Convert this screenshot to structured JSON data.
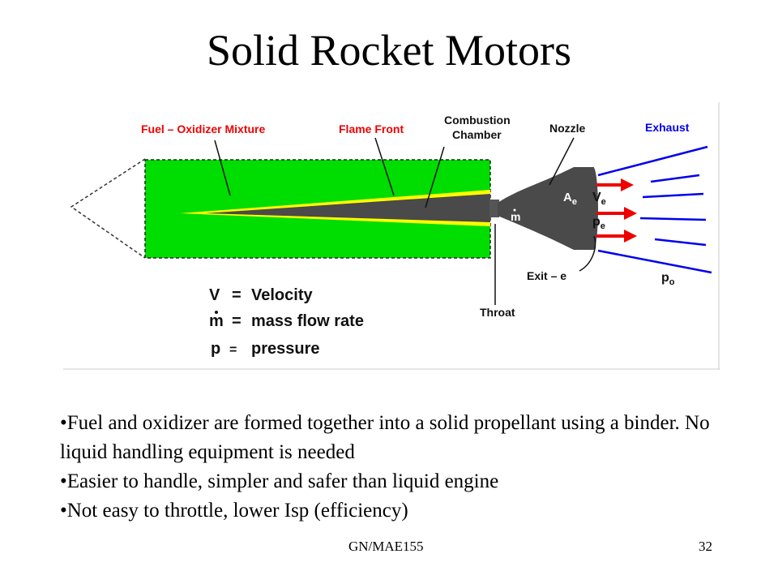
{
  "title": "Solid Rocket Motors",
  "diagram": {
    "labels": {
      "fuel_oxidizer": "Fuel – Oxidizer Mixture",
      "flame_front": "Flame Front",
      "combustion_1": "Combustion",
      "combustion_2": "Chamber",
      "nozzle": "Nozzle",
      "exhaust": "Exhaust",
      "exit": "Exit – e",
      "throat": "Throat",
      "ae": "A",
      "ae_sub": "e",
      "ve": "V",
      "ve_sub": "e",
      "pe": "p",
      "pe_sub": "e",
      "mdot": "m",
      "po": "p",
      "po_sub": "o"
    },
    "legend": [
      {
        "symbol": "V",
        "eq": "=",
        "text": "Velocity"
      },
      {
        "symbol": "m",
        "eq": "=",
        "text": "mass  flow rate"
      },
      {
        "symbol": "p",
        "eq": "=",
        "text": "pressure"
      }
    ],
    "colors": {
      "propellant": "#00dd00",
      "flame": "#ffff00",
      "chamber": "#4a4a4a",
      "exhaust_arrow": "#ee0000",
      "exhaust_lines": "#0000ee",
      "label_red": "#ee0000",
      "label_blue": "#0000ee"
    }
  },
  "bullets": [
    "•Fuel and oxidizer are formed together into a solid propellant using a binder.  No liquid handling equipment is needed",
    "•Easier to handle, simpler and safer than liquid engine",
    "•Not easy to throttle, lower Isp (efficiency)"
  ],
  "footer": {
    "left": "GN/MAE155",
    "right": "32"
  }
}
